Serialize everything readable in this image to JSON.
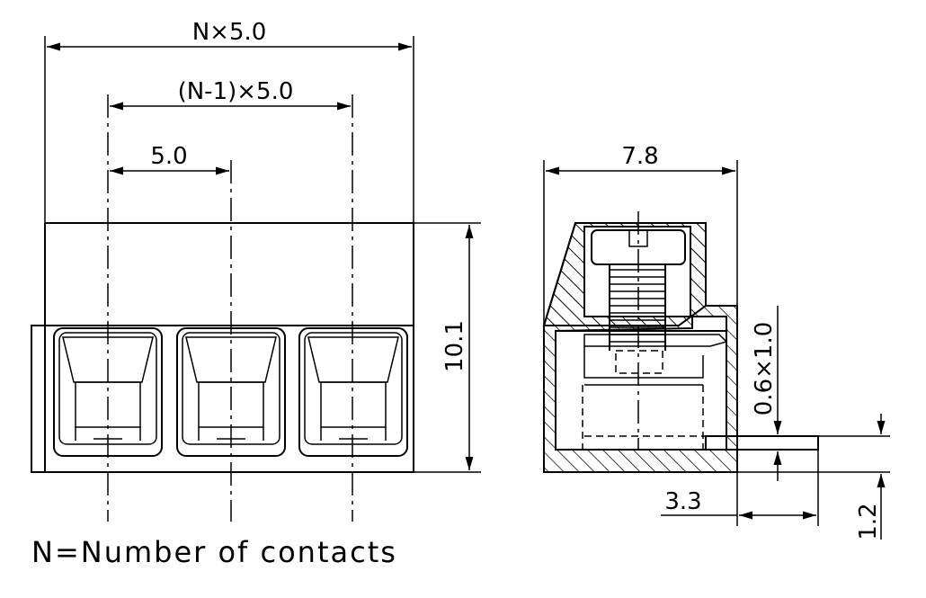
{
  "dimensions": {
    "overall_width": "N×5.0",
    "pitch_span": "(N-1)×5.0",
    "pitch": "5.0",
    "height": "10.1",
    "side_depth": "7.8",
    "pin_size": "0.6×1.0",
    "pin_offset": "3.3",
    "pin_height": "1.2"
  },
  "note": "N=Number of contacts"
}
